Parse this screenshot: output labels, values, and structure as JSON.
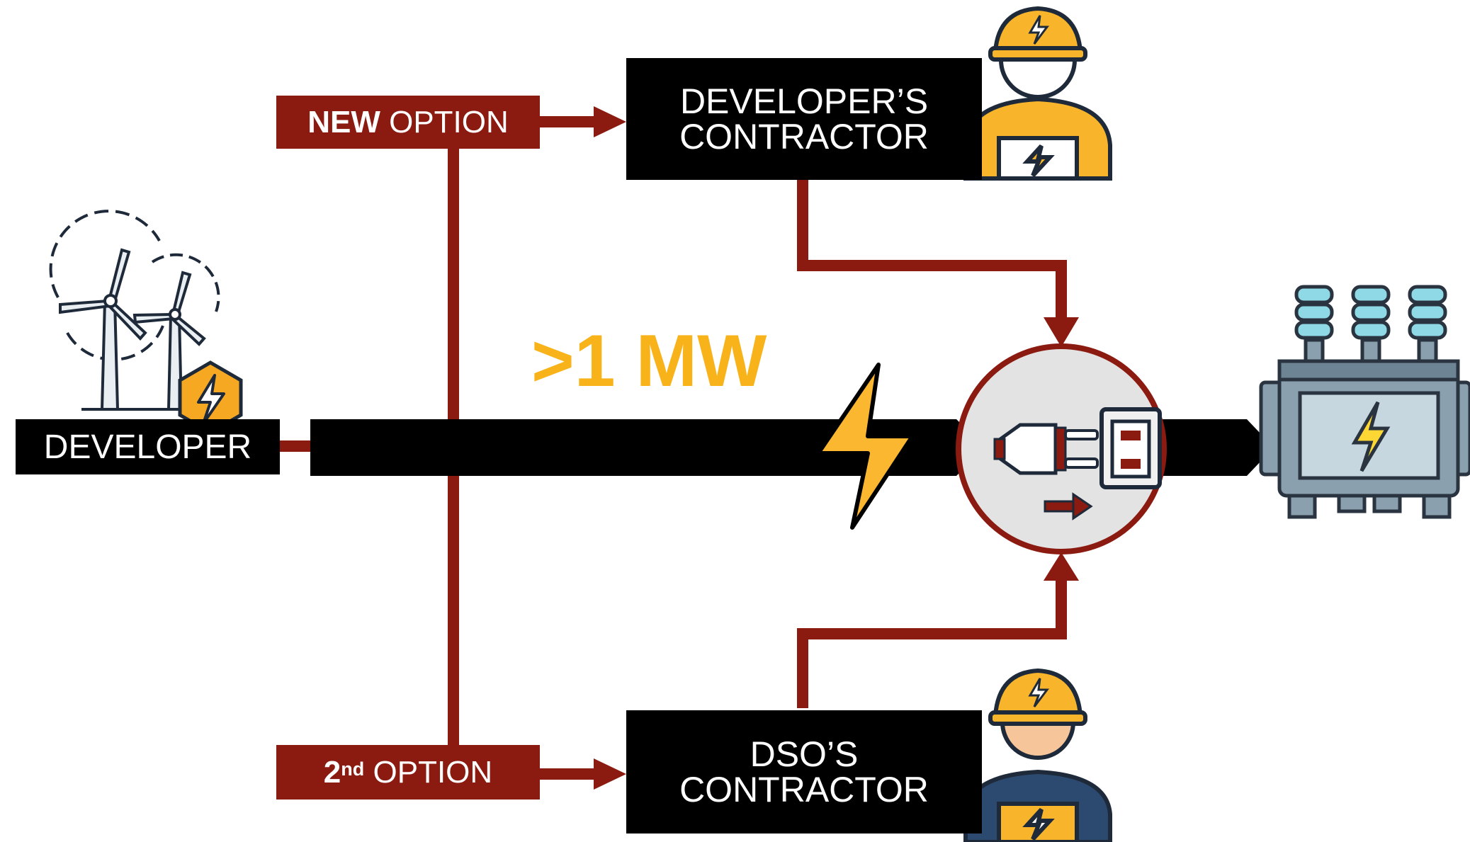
{
  "developer": {
    "label": "DEVELOPER"
  },
  "new_option": {
    "bold": "NEW",
    "rest": " OPTION"
  },
  "second_option": {
    "number": "2",
    "suffix": "nd",
    "rest": " OPTION"
  },
  "developers_contractor": {
    "line1": "DEVELOPER’S",
    "line2": "CONTRACTOR"
  },
  "dsos_contractor": {
    "line1": "DSO’S",
    "line2": "CONTRACTOR"
  },
  "power_threshold": ">1 MW",
  "colors": {
    "connector_red": "#8b1a10",
    "bar_black": "#000000",
    "accent_yellow": "#f8b31a",
    "circle_fill": "#e3e3e3",
    "worker_vest_blue": "#2c4a70"
  },
  "icons": [
    "wind-turbines-icon",
    "energy-hexagon-icon",
    "lightning-bolt-icon",
    "grid-connection-plug-icon",
    "transformer-icon",
    "contractor-worker-icon",
    "dso-worker-icon"
  ]
}
